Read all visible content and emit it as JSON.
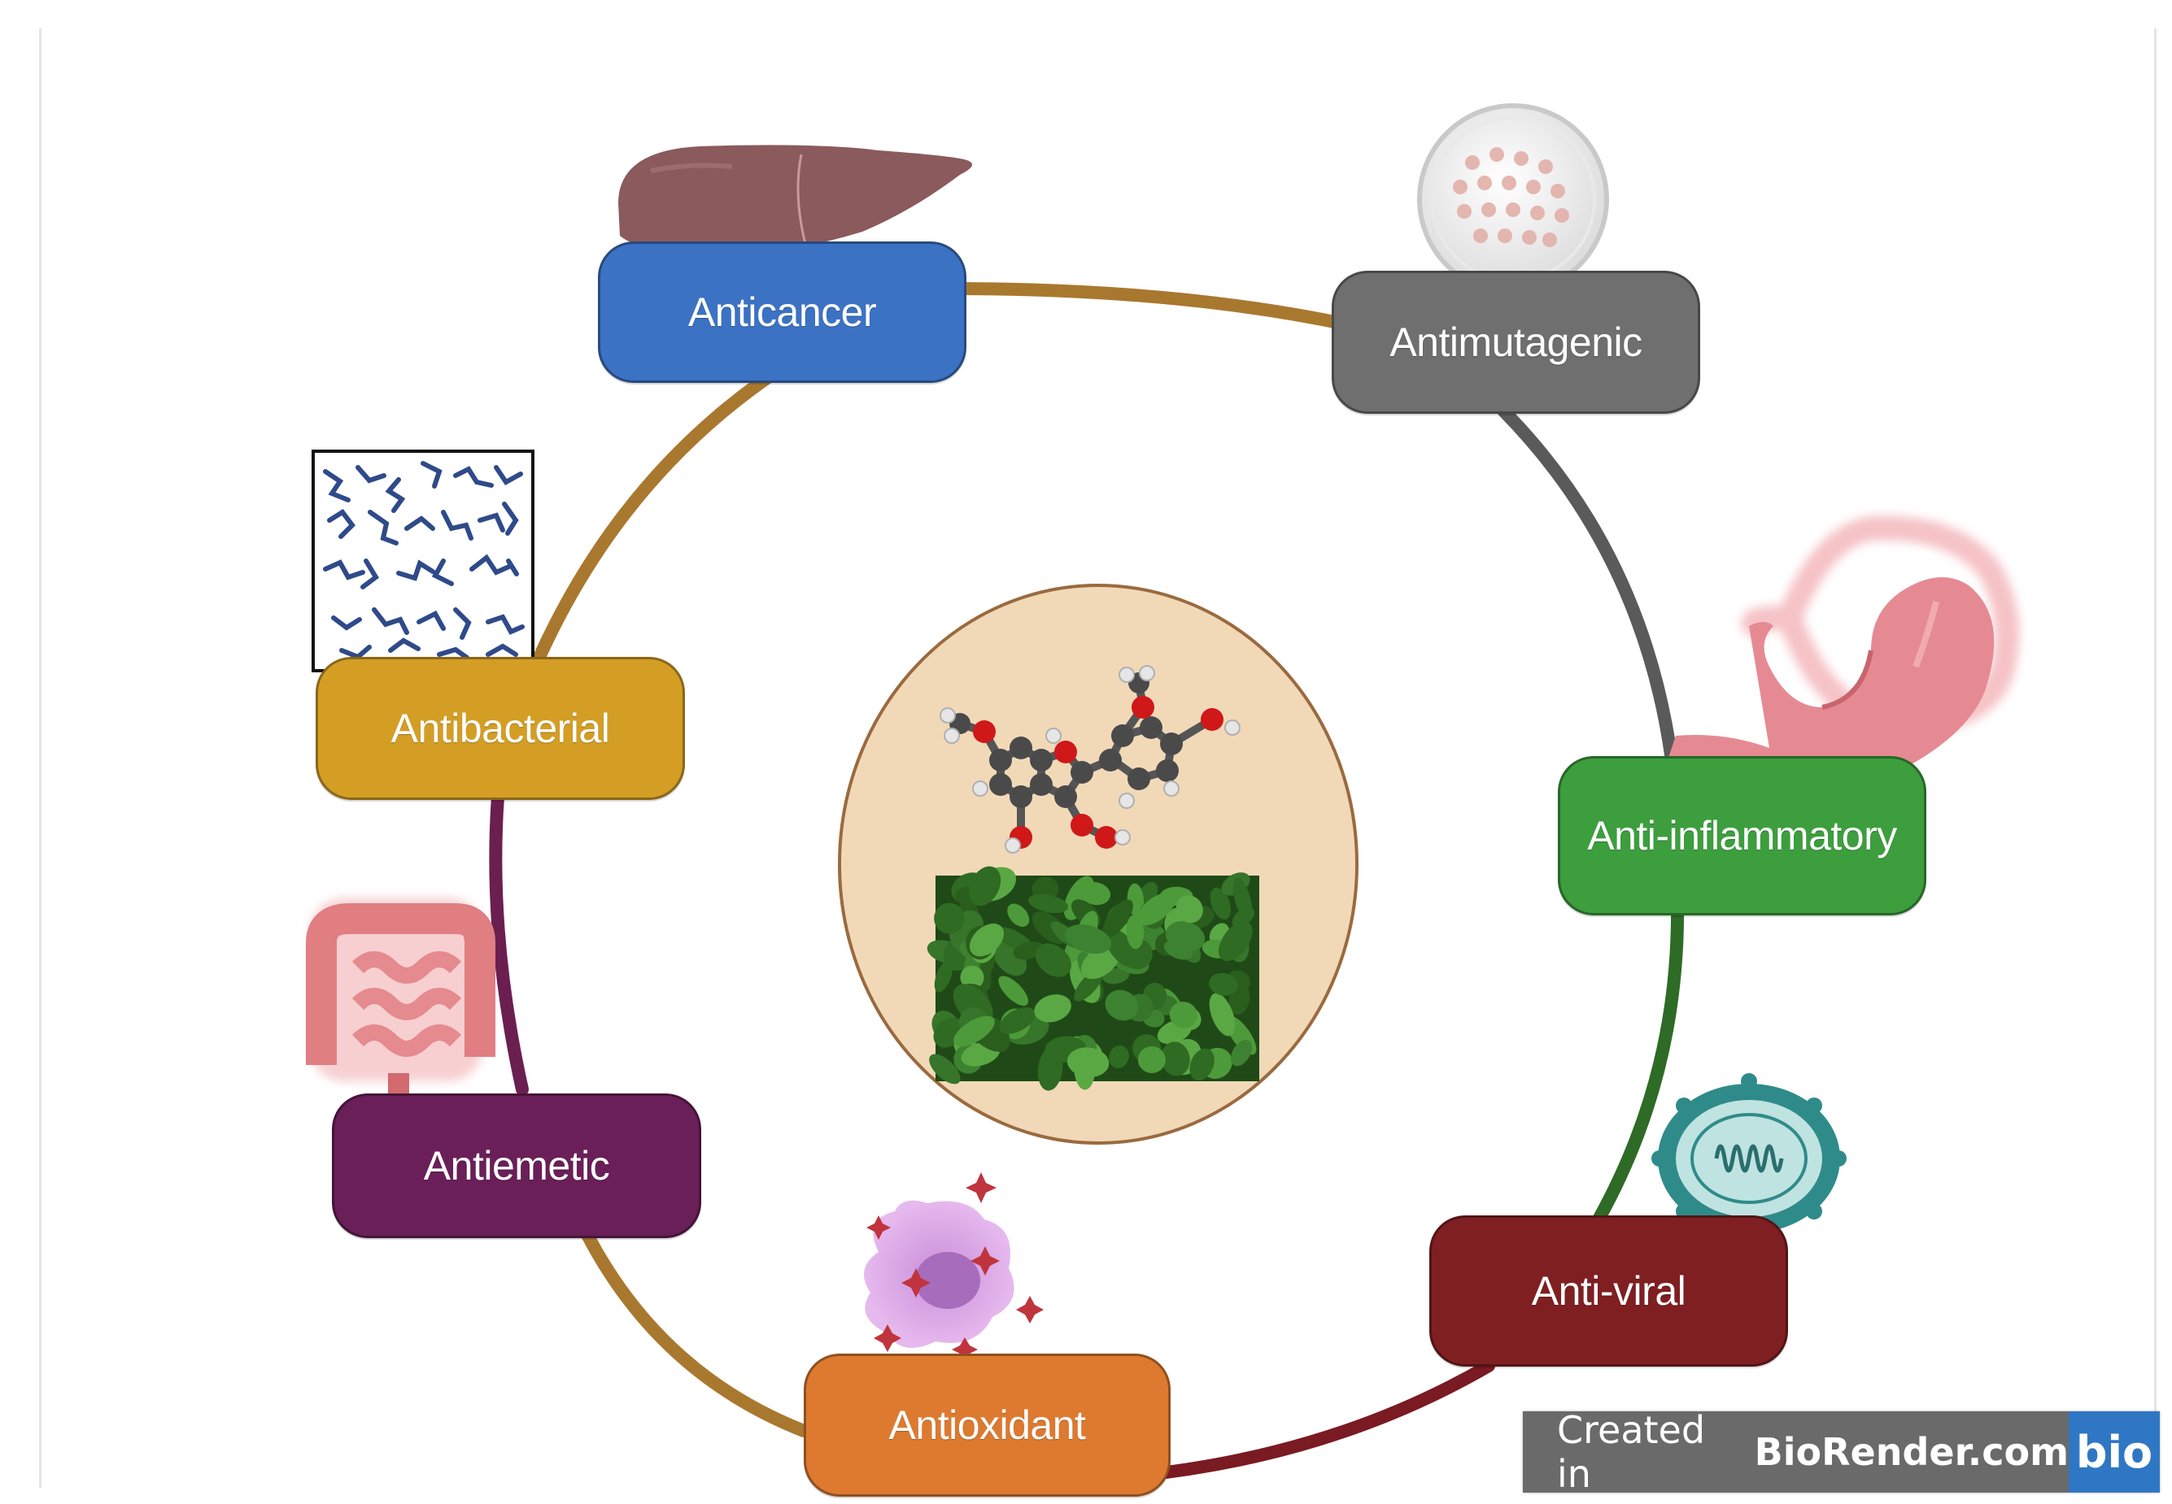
{
  "nodes": [
    {
      "id": "anticancer",
      "label": "Anticancer",
      "color": "#3c72c4",
      "icon": "liver-icon"
    },
    {
      "id": "antimutagenic",
      "label": "Antimutagenic",
      "color": "#6f6f6f",
      "icon": "petri-dish-icon"
    },
    {
      "id": "antiinflammatory",
      "label": "Anti-inflammatory",
      "color": "#3d9e3e",
      "icon": "stomach-icon"
    },
    {
      "id": "antiviral",
      "label": "Anti-viral",
      "color": "#7f1f22",
      "icon": "virus-icon"
    },
    {
      "id": "antioxidant",
      "label": "Antioxidant",
      "color": "#dd7a30",
      "icon": "damaged-cell-icon"
    },
    {
      "id": "antiemetic",
      "label": "Antiemetic",
      "color": "#6a1f58",
      "icon": "intestine-icon"
    },
    {
      "id": "antibacterial",
      "label": "Antibacterial",
      "color": "#d49e25",
      "icon": "bacteria-icon"
    }
  ],
  "connectors": [
    {
      "from": "anticancer",
      "to": "antimutagenic",
      "color": "#a9782f"
    },
    {
      "from": "antimutagenic",
      "to": "antiinflammatory",
      "color": "#5a5a5a"
    },
    {
      "from": "antiinflammatory",
      "to": "antiviral",
      "color": "#2e6b26"
    },
    {
      "from": "antiviral",
      "to": "antioxidant",
      "color": "#7a1a22"
    },
    {
      "from": "antioxidant",
      "to": "antiemetic",
      "color": "#a9782f"
    },
    {
      "from": "antiemetic",
      "to": "antibacterial",
      "color": "#6a1f50"
    },
    {
      "from": "antibacterial",
      "to": "anticancer",
      "color": "#a9782f"
    }
  ],
  "center": {
    "background": "#f1d9b8",
    "border": "#9a6a3f",
    "icons": [
      "molecule-icon",
      "plant-leaves-icon"
    ]
  },
  "watermark": {
    "prefix": "Created in",
    "brand": "BioRender.com",
    "logo": "bio"
  }
}
